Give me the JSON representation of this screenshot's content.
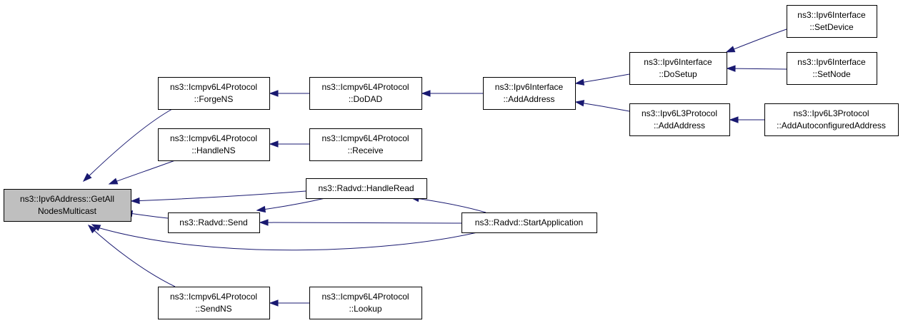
{
  "graph": {
    "colors": {
      "edge": "#191970",
      "root_fill": "#bfbfbf",
      "node_fill": "#ffffff",
      "border": "#000000"
    },
    "nodes": [
      {
        "id": "root",
        "lines": [
          "ns3::Ipv6Address::GetAll",
          "NodesMulticast"
        ]
      },
      {
        "id": "forgens",
        "lines": [
          "ns3::Icmpv6L4Protocol",
          "::ForgeNS"
        ]
      },
      {
        "id": "handlens",
        "lines": [
          "ns3::Icmpv6L4Protocol",
          "::HandleNS"
        ]
      },
      {
        "id": "radvd_send",
        "lines": [
          "ns3::Radvd::Send"
        ]
      },
      {
        "id": "sendns",
        "lines": [
          "ns3::Icmpv6L4Protocol",
          "::SendNS"
        ]
      },
      {
        "id": "dodad",
        "lines": [
          "ns3::Icmpv6L4Protocol",
          "::DoDAD"
        ]
      },
      {
        "id": "receive",
        "lines": [
          "ns3::Icmpv6L4Protocol",
          "::Receive"
        ]
      },
      {
        "id": "handleread",
        "lines": [
          "ns3::Radvd::HandleRead"
        ]
      },
      {
        "id": "lookup",
        "lines": [
          "ns3::Icmpv6L4Protocol",
          "::Lookup"
        ]
      },
      {
        "id": "startapp",
        "lines": [
          "ns3::Radvd::StartApplication"
        ]
      },
      {
        "id": "if_addaddress",
        "lines": [
          "ns3::Ipv6Interface",
          "::AddAddress"
        ]
      },
      {
        "id": "dosetup",
        "lines": [
          "ns3::Ipv6Interface",
          "::DoSetup"
        ]
      },
      {
        "id": "l3_addaddress",
        "lines": [
          "ns3::Ipv6L3Protocol",
          "::AddAddress"
        ]
      },
      {
        "id": "setdevice",
        "lines": [
          "ns3::Ipv6Interface",
          "::SetDevice"
        ]
      },
      {
        "id": "setnode",
        "lines": [
          "ns3::Ipv6Interface",
          "::SetNode"
        ]
      },
      {
        "id": "addautoconf",
        "lines": [
          "ns3::Ipv6L3Protocol",
          "::AddAutoconfiguredAddress"
        ]
      }
    ],
    "edges": [
      {
        "from": "forgens",
        "to": "root"
      },
      {
        "from": "handlens",
        "to": "root"
      },
      {
        "from": "handleread",
        "to": "root"
      },
      {
        "from": "radvd_send",
        "to": "root"
      },
      {
        "from": "startapp",
        "to": "root"
      },
      {
        "from": "sendns",
        "to": "root"
      },
      {
        "from": "dodad",
        "to": "forgens"
      },
      {
        "from": "receive",
        "to": "handlens"
      },
      {
        "from": "handleread",
        "to": "radvd_send"
      },
      {
        "from": "startapp",
        "to": "radvd_send"
      },
      {
        "from": "startapp",
        "to": "handleread"
      },
      {
        "from": "lookup",
        "to": "sendns"
      },
      {
        "from": "if_addaddress",
        "to": "dodad"
      },
      {
        "from": "dosetup",
        "to": "if_addaddress"
      },
      {
        "from": "l3_addaddress",
        "to": "if_addaddress"
      },
      {
        "from": "setdevice",
        "to": "dosetup"
      },
      {
        "from": "setnode",
        "to": "dosetup"
      },
      {
        "from": "addautoconf",
        "to": "l3_addaddress"
      }
    ]
  }
}
